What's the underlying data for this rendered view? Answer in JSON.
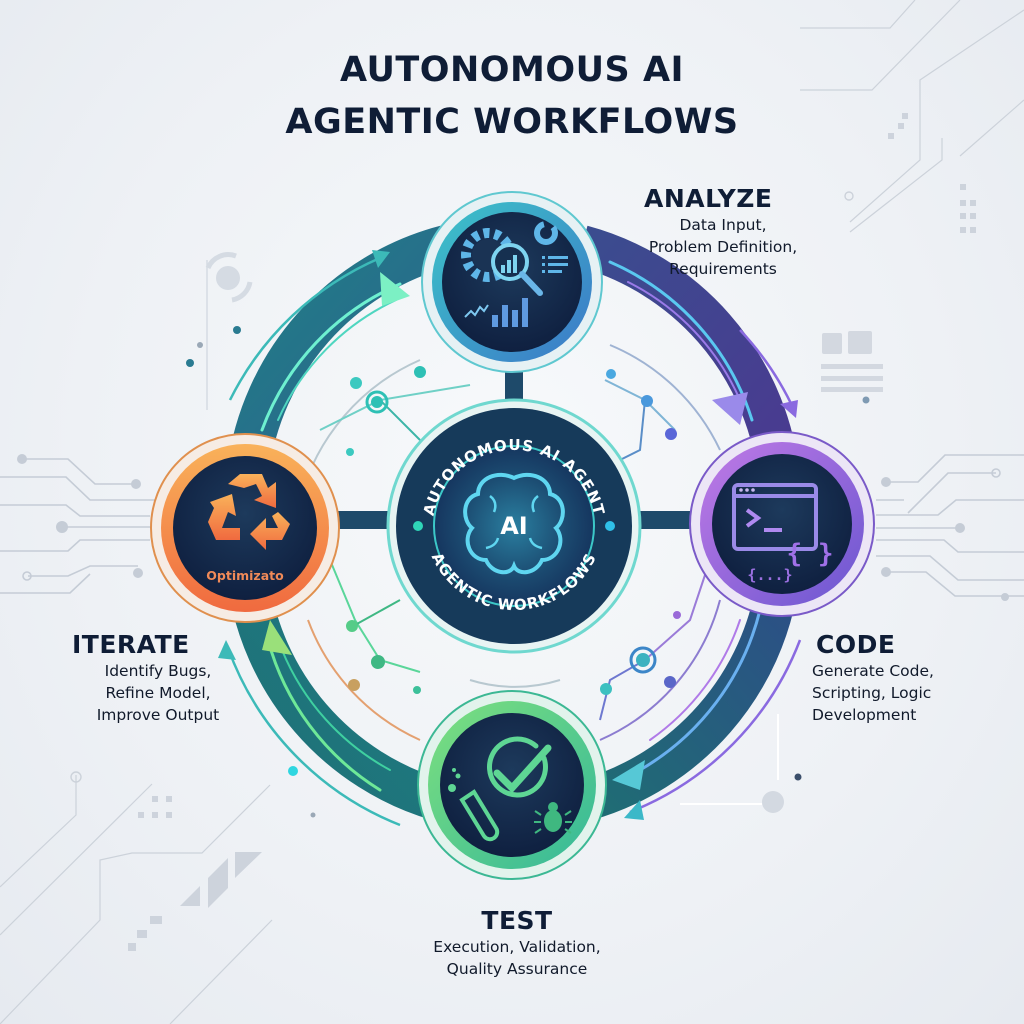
{
  "title": {
    "line1": "AUTONOMOUS AI",
    "line2": "AGENTIC WORKFLOWS"
  },
  "center": {
    "ring_text_top": "AUTONOMOUS AI AGENT",
    "ring_text_bottom": "AGENTIC WORKFLOWS",
    "core_label": "AI",
    "icon": "brain-icon"
  },
  "stages": [
    {
      "id": "analyze",
      "title": "ANALYZE",
      "lines": [
        "Data Input,",
        "Problem Definition,",
        "Requirements"
      ],
      "icons": [
        "gear-icon",
        "magnifier-chart-icon",
        "donut-chart-icon",
        "list-icon",
        "bar-chart-icon",
        "line-trend-icon"
      ],
      "color": "#3fa3c9"
    },
    {
      "id": "code",
      "title": "CODE",
      "lines": [
        "Generate Code,",
        "Scripting, Logic",
        "Development"
      ],
      "icons": [
        "terminal-window-icon",
        "curly-braces-icon"
      ],
      "color": "#a565e0"
    },
    {
      "id": "test",
      "title": "TEST",
      "lines": [
        "Execution, Validation,",
        "Quality Assurance"
      ],
      "icons": [
        "checkmark-circle-icon",
        "test-tube-icon",
        "bug-icon"
      ],
      "color": "#52c98a"
    },
    {
      "id": "iterate",
      "title": "ITERATE",
      "lines": [
        "Identify Bugs,",
        "Refine Model,",
        "Improve Output"
      ],
      "icons": [
        "recycle-icon"
      ],
      "icon_caption": "Optimizato",
      "color": "#f58a46"
    }
  ],
  "colors": {
    "title": "#0f1d36",
    "node_fill": "#14284a",
    "loop_teal": "#1f6f80",
    "loop_purple": "#4a3f8f",
    "background": "#eef1f5"
  }
}
